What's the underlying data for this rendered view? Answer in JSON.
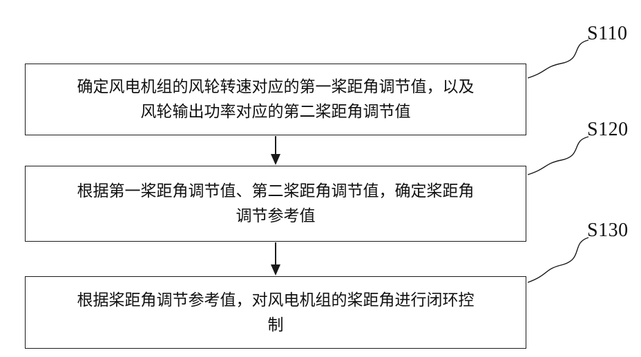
{
  "diagram": {
    "title": "",
    "steps": [
      {
        "label": "S110",
        "lines": [
          "确定风电机组的风轮转速对应的第一桨距角调节值，以及",
          "风轮输出功率对应的第二桨距角调节值"
        ]
      },
      {
        "label": "S120",
        "lines": [
          "根据第一桨距角调节值、第二桨距角调节值，确定桨距角",
          "调节参考值"
        ]
      },
      {
        "label": "S130",
        "lines": [
          "根据桨距角调节参考值，对风电机组的桨距角进行闭环控",
          "制"
        ]
      }
    ],
    "colors": {
      "stroke": "#1a1a1a",
      "background": "#ffffff",
      "text": "#111111"
    }
  }
}
